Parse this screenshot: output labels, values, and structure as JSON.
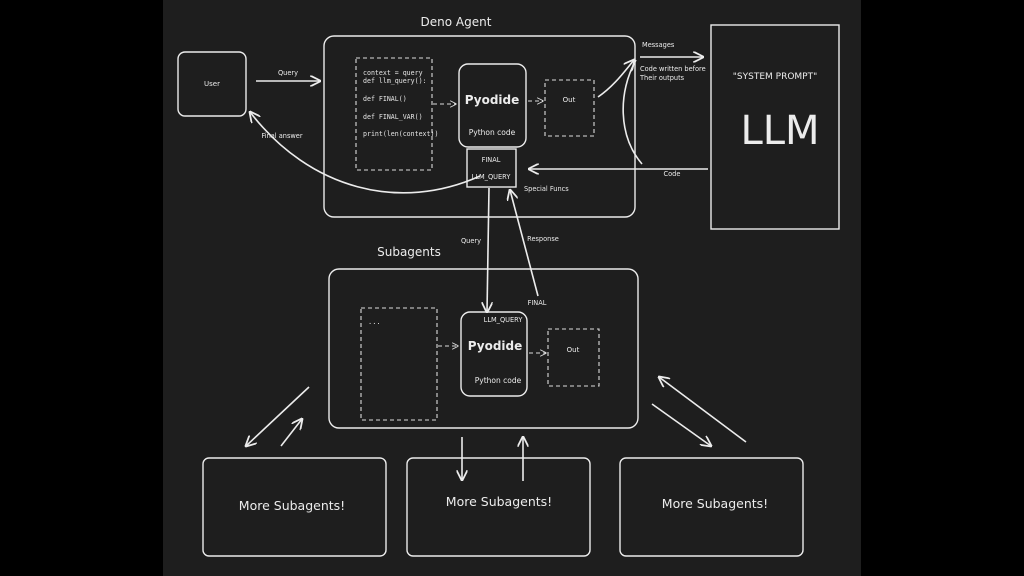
{
  "colors": {
    "background": "#1e1e1e",
    "letterbox": "#000000",
    "stroke": "#ececec"
  },
  "main_agent": {
    "title": "Deno Agent",
    "code_lines": [
      "context = query",
      "def llm_query():",
      "def FINAL()",
      "def FINAL_VAR()",
      "print(len(context))"
    ],
    "pyodide_title": "Pyodide",
    "pyodide_sub": "Python code",
    "out": "Out",
    "funcs": [
      "FINAL",
      "LLM_QUERY"
    ],
    "funcs_caption": "Special Funcs"
  },
  "user": {
    "label": "User"
  },
  "llm": {
    "system_prompt": "\"SYSTEM PROMPT\"",
    "title": "LLM"
  },
  "edges": {
    "query": "Query",
    "final_answer": "Final answer",
    "messages": "Messages",
    "messages_note": [
      "Code written before",
      "Their outputs"
    ],
    "code": "Code",
    "sub_query": "Query",
    "sub_response": "Response",
    "sub_final": "FINAL"
  },
  "subagents": {
    "title": "Subagents",
    "code_placeholder": "...",
    "llm_query": "LLM_QUERY",
    "pyodide_title": "Pyodide",
    "pyodide_sub": "Python code",
    "out": "Out"
  },
  "more": [
    "More Subagents!",
    "More Subagents!",
    "More Subagents!"
  ]
}
